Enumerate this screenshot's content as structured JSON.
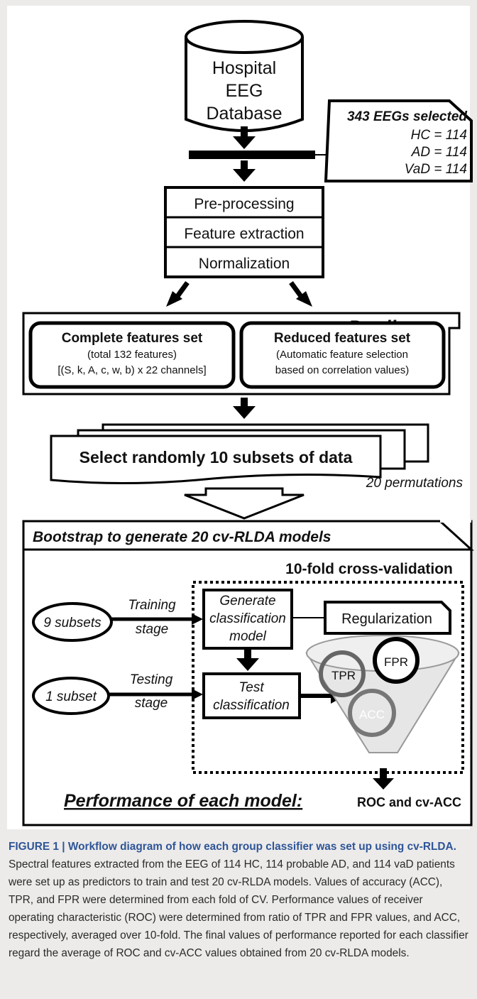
{
  "diagram": {
    "database_label": [
      "Hospital",
      "EEG",
      "Database"
    ],
    "selection": {
      "title": "343 EEGs selected",
      "lines": [
        "HC = 114",
        "AD = 114",
        "VaD = 114"
      ]
    },
    "pipeline_steps": [
      "Pre-processing",
      "Feature extraction",
      "Normalization"
    ],
    "predictors_label": "Predictors",
    "complete_set": {
      "title": "Complete features set",
      "line2": "(total 132 features)",
      "line3": "[(S, k, A, c, w, b) x 22 channels]"
    },
    "reduced_set": {
      "title": "Reduced features set",
      "line2": "(Automatic feature selection",
      "line3": "based on correlation values)"
    },
    "subset_label": "Select randomly 10 subsets  of data",
    "permutations_label": "20 permutations",
    "bootstrap_label": "Bootstrap  to  generate 20 cv-RLDA  models",
    "crossval_label": "10-fold cross-validation",
    "train_input": "9 subsets",
    "train_stage": [
      "Training",
      "stage"
    ],
    "test_input": "1 subset",
    "test_stage": [
      "Testing",
      "stage"
    ],
    "generate_model": [
      "Generate",
      "classification",
      "model"
    ],
    "regularization": "Regularization",
    "test_classification": [
      "Test",
      "classification"
    ],
    "metrics": [
      "TPR",
      "FPR",
      "ACC"
    ],
    "performance_label": "Performance of each model:",
    "performance_value": "ROC and cv-ACC"
  },
  "caption": {
    "lead": "FIGURE 1 | Workflow diagram of how each group classifier was set up using cv-RLDA.",
    "body": " Spectral features extracted from the EEG of 114 HC, 114 probable AD, and 114 vaD patients were set up as predictors to train and test 20 cv-RLDA models. Values of accuracy (ACC), TPR, and FPR were determined from each fold of CV. Performance values of receiver operating characteristic (ROC) were determined from ratio of TPR and FPR values, and ACC, respectively, averaged over 10-fold. The final values of performance reported for each classifier regard the average of ROC and cv-ACC values obtained from 20 cv-RLDA models."
  }
}
